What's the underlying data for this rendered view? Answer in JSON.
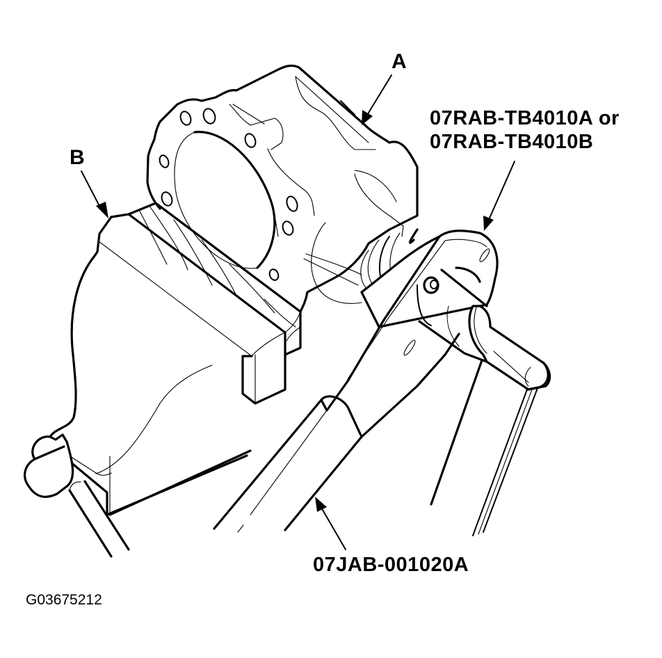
{
  "figure": {
    "figure_id": "G03675212",
    "background": "#ffffff",
    "line_color": "#000000"
  },
  "callouts": {
    "a": {
      "label": "A",
      "target": "transfer-assembly-housing"
    },
    "b": {
      "label": "B",
      "target": "vise-with-soft-jaws"
    },
    "tool_holder": {
      "line1": "07RAB-TB4010A or",
      "line2": "07RAB-TB4010B"
    },
    "handle": {
      "label": "07JAB-001020A"
    }
  }
}
